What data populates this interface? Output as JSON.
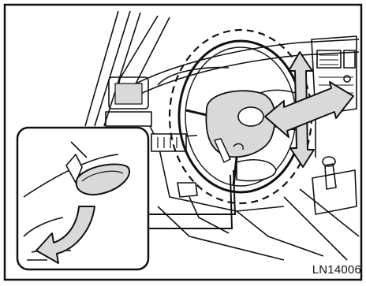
{
  "figure": {
    "code_label": "LN14006",
    "callout": "tilt-lever-release-detail",
    "arrows": [
      "up-down-adjust",
      "forward-back-adjust",
      "lever-pull-down"
    ]
  },
  "colors": {
    "line": "#111111",
    "fill_gray": "#d9d9d9",
    "background": "#ffffff"
  }
}
